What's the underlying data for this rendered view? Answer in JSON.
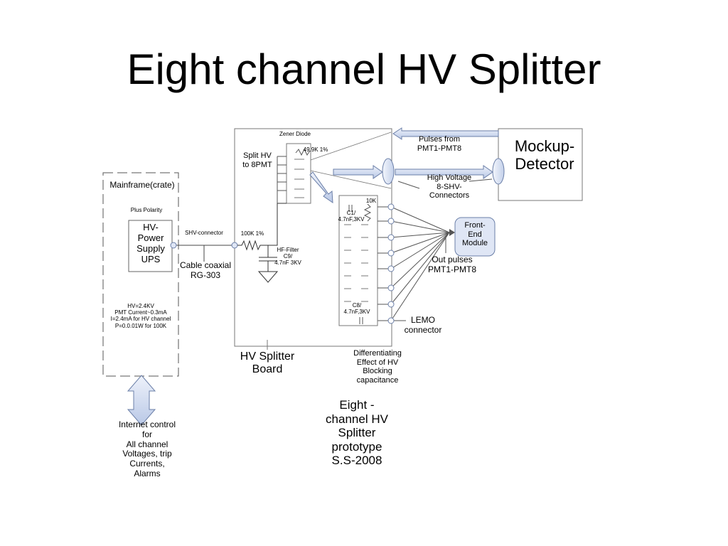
{
  "title": "Eight channel HV Splitter",
  "labels": {
    "mainframe": "Mainframe(crate)",
    "plus_polarity": "Plus Polarity",
    "hv_power_supply": "HV-\nPower\nSupply\nUPS",
    "shv_connector": "SHV-connector",
    "cable_coaxial": "Cable coaxial\nRG-303",
    "hv_specs": "HV=2.4KV\nPMT Current~0.3mA\nI=2.4mA for HV channel\nP=0.0.01W for 100K",
    "internet_control": "Internet control\nfor\nAll channel\nVoltages, trip\nCurrents,\nAlarms",
    "zener_diode": "Zener Diode",
    "split_hv": "Split HV\nto 8PMT",
    "resistor_49_9k": "49.9K 1%",
    "resistor_100k": "100K 1%",
    "hf_filter": "HF-Filter\nC9/\n4.7nF 3KV",
    "resistor_10k": "10K",
    "c1": "C1/\n4.7nF,3KV",
    "c8": "C8/\n4.7nF,3KV",
    "hv_splitter_board": "HV Splitter\nBoard",
    "differentiating": "Differentiating\nEffect of HV\nBlocking\ncapacitance",
    "prototype": "Eight -\nchannel HV\nSplitter\nprototype\nS.S-2008",
    "pulses_from": "Pulses from\nPMT1-PMT8",
    "mockup_detector": "Mockup-\nDetector",
    "high_voltage": "High Voltage\n8-SHV-\nConnectors",
    "front_end_module": "Front-\nEnd\nModule",
    "out_pulses": "Out pulses\nPMT1-PMT8",
    "lemo_connector": "LEMO\nconnector"
  }
}
